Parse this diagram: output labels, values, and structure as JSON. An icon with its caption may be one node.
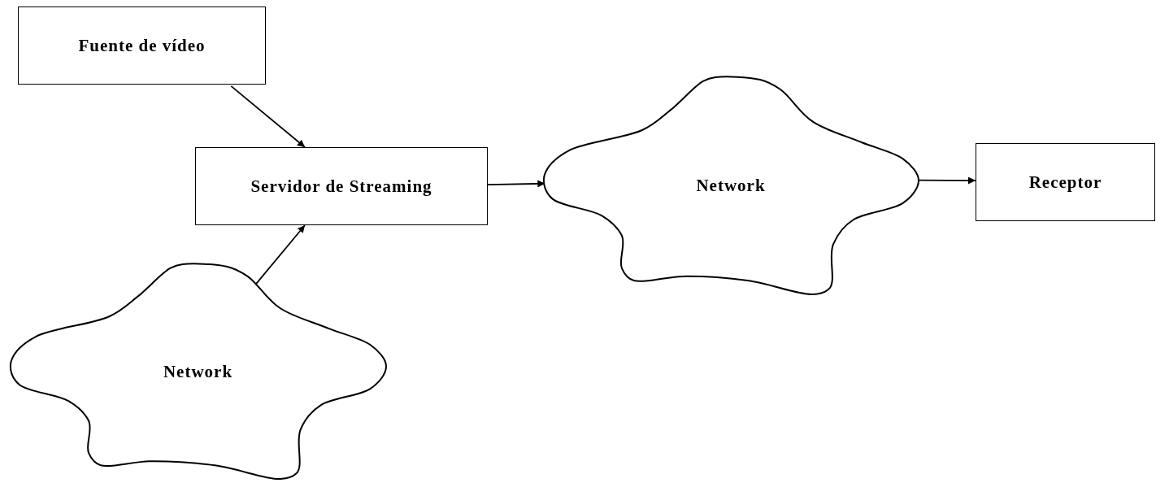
{
  "diagram": {
    "nodes": [
      {
        "text": [
          "Fuente de vídeo"
        ]
      },
      {
        "text": [
          "Servidor de Streaming"
        ]
      },
      {
        "text": [
          "Network"
        ]
      },
      {
        "text": [
          "Network"
        ]
      },
      {
        "text": [
          "Receptor"
        ]
      }
    ],
    "edges": [
      {
        "from": 0,
        "to": 1,
        "arrow": "to"
      },
      {
        "from": 2,
        "to": 1,
        "arrow": "to"
      },
      {
        "from": 1,
        "to": 3,
        "arrow": "to"
      },
      {
        "from": 3,
        "to": 4,
        "arrow": "to"
      }
    ]
  }
}
